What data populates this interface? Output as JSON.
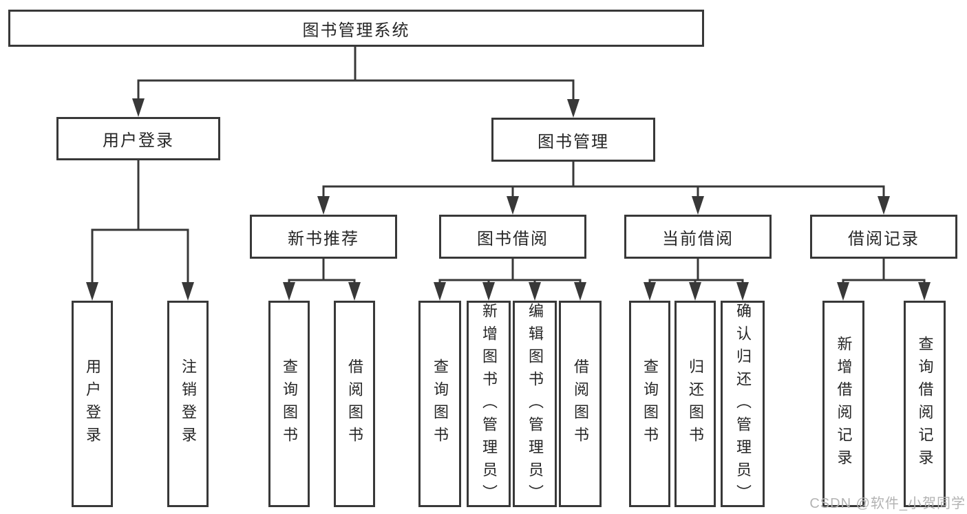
{
  "diagram": {
    "title_node": "图书管理系统",
    "tree": {
      "root": {
        "label": "图书管理系统"
      },
      "branches": [
        {
          "label": "用户登录",
          "children": [
            {
              "label": "用户登录"
            },
            {
              "label": "注销登录"
            }
          ]
        },
        {
          "label": "图书管理",
          "children": [
            {
              "label": "新书推荐",
              "children": [
                {
                  "label": "查询图书"
                },
                {
                  "label": "借阅图书"
                }
              ]
            },
            {
              "label": "图书借阅",
              "children": [
                {
                  "label": "查询图书"
                },
                {
                  "label": "新增图书（管理员）"
                },
                {
                  "label": "编辑图书（管理员）"
                },
                {
                  "label": "借阅图书"
                }
              ]
            },
            {
              "label": "当前借阅",
              "children": [
                {
                  "label": "查询图书"
                },
                {
                  "label": "归还图书"
                },
                {
                  "label": "确认归还（管理员）"
                }
              ]
            },
            {
              "label": "借阅记录",
              "children": [
                {
                  "label": "新增借阅记录"
                },
                {
                  "label": "查询借阅记录"
                }
              ]
            }
          ]
        }
      ]
    },
    "colors": {
      "line": "#383838",
      "box_border": "#383838",
      "text": "#262626",
      "background": "#ffffff",
      "watermark": "#b3b3b3"
    }
  },
  "watermark": {
    "text": "CSDN @软件_小贺同学"
  }
}
